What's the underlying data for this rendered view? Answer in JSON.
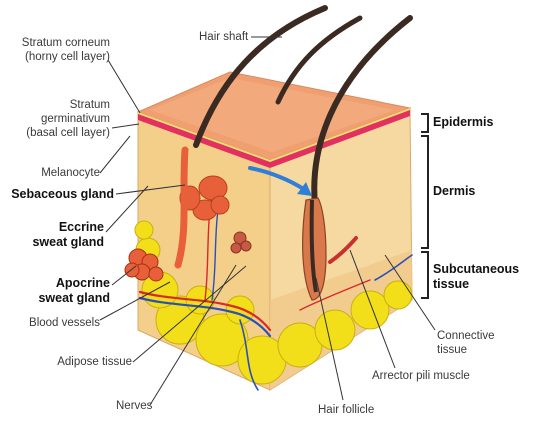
{
  "labels": {
    "hair_shaft": "Hair shaft",
    "stratum_corneum": "Stratum corneum\n(horny cell layer)",
    "stratum_germinativum": "Stratum\ngerminativum\n(basal cell layer)",
    "melanocyte": "Melanocyte",
    "sebaceous_gland": "Sebaceous gland",
    "eccrine_sweat_gland": "Eccrine\nsweat gland",
    "apocrine_sweat_gland": "Apocrine\nsweat gland",
    "blood_vessels": "Blood vessels",
    "adipose_tissue": "Adipose tissue",
    "nerves": "Nerves",
    "hair_follicle": "Hair follicle",
    "arrector_pili_muscle": "Arrector pili muscle",
    "connective_tissue": "Connective\ntissue",
    "epidermis": "Epidermis",
    "dermis": "Dermis",
    "subcutaneous_tissue": "Subcutaneous\ntissue"
  },
  "colors": {
    "skin_top": "#f0a070",
    "dermis": "#f3cf8a",
    "epidermis_band": "#e23060",
    "fat": "#f2df1a",
    "gland": "#e8603a",
    "vessel_red": "#d8282a",
    "vessel_blue": "#2a50b8",
    "hair": "#3a2a22",
    "arrow": "#2f7fd8",
    "leader": "#333333"
  }
}
